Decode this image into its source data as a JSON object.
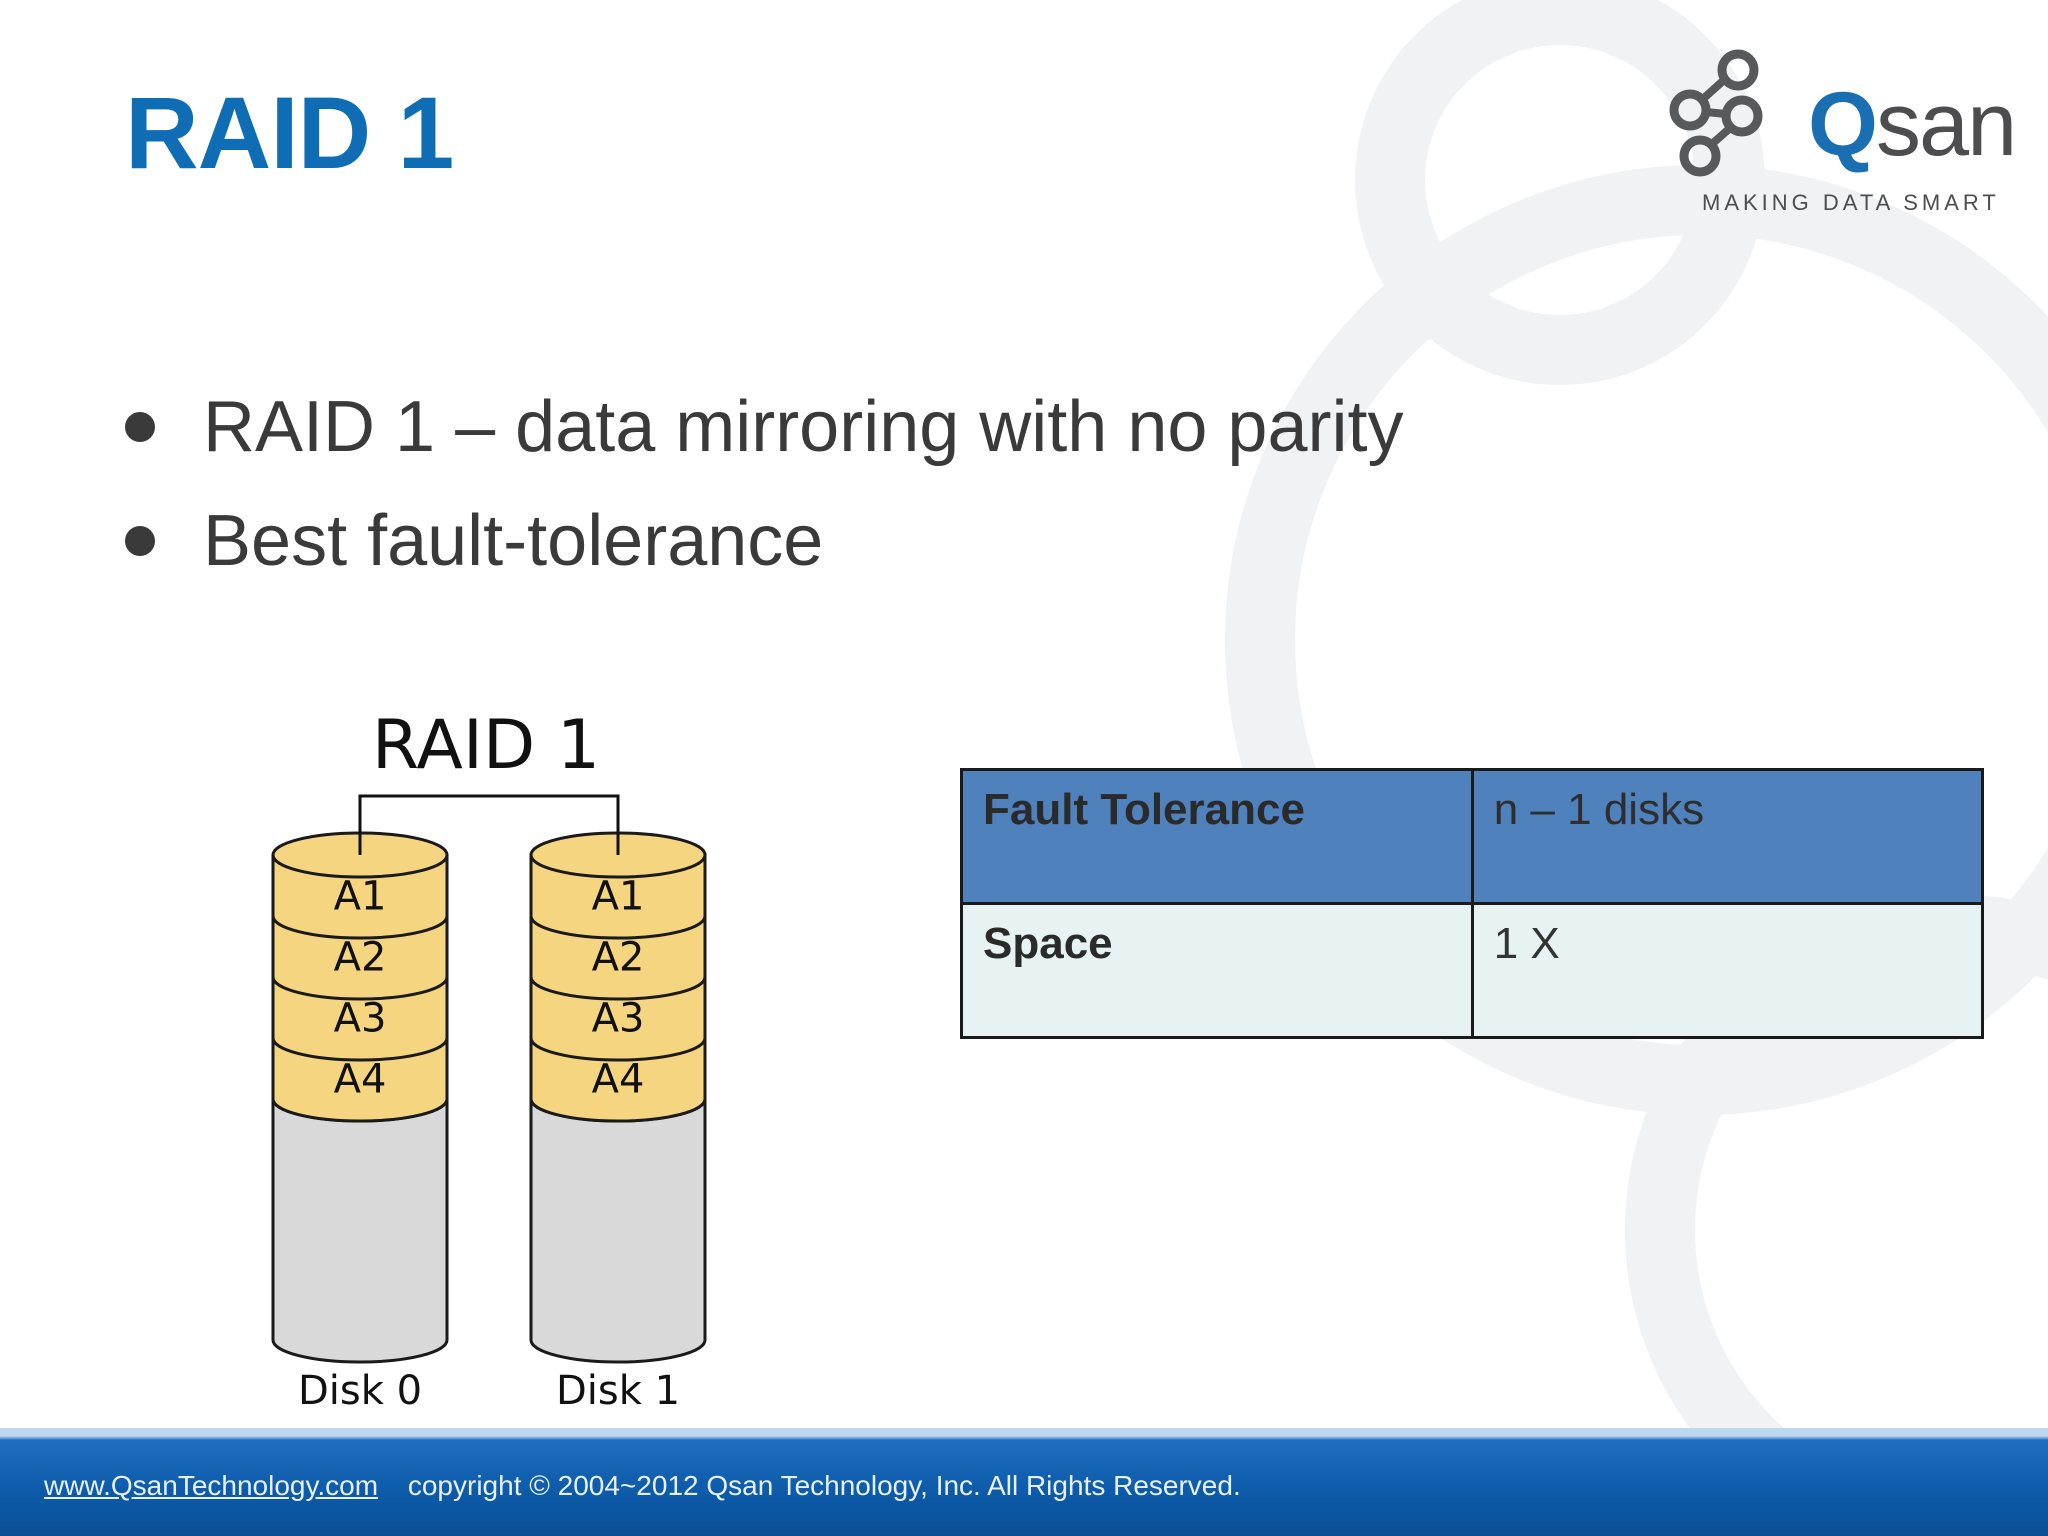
{
  "slide": {
    "title": "RAID 1"
  },
  "logo": {
    "wordmark_q": "Q",
    "wordmark_rest": "san",
    "tagline": "MAKING DATA SMART",
    "icon": "chain-circles-icon"
  },
  "bullets": [
    {
      "text": "RAID 1 – data mirroring with no parity"
    },
    {
      "text": "Best fault-tolerance"
    }
  ],
  "diagram": {
    "title": "RAID 1",
    "disks": [
      {
        "label": "Disk 0",
        "blocks": [
          "A1",
          "A2",
          "A3",
          "A4"
        ]
      },
      {
        "label": "Disk 1",
        "blocks": [
          "A1",
          "A2",
          "A3",
          "A4"
        ]
      }
    ],
    "colors": {
      "block_fill": "#f5d580",
      "empty_fill": "#d9d9d9",
      "outline": "#1a1a1a"
    }
  },
  "table": {
    "rows": [
      {
        "label": "Fault Tolerance",
        "value": "n – 1 disks"
      },
      {
        "label": "Space",
        "value": "1 X"
      }
    ],
    "colors": {
      "header_row": "#4f81bd",
      "body_row": "#e7f2f2"
    }
  },
  "footer": {
    "link": "www.QsanTechnology.com",
    "copyright": "copyright © 2004~2012  Qsan Technology, Inc.  All Rights Reserved."
  },
  "colors": {
    "title": "#0e6db5",
    "footer_bar": "#0c5aa8"
  }
}
